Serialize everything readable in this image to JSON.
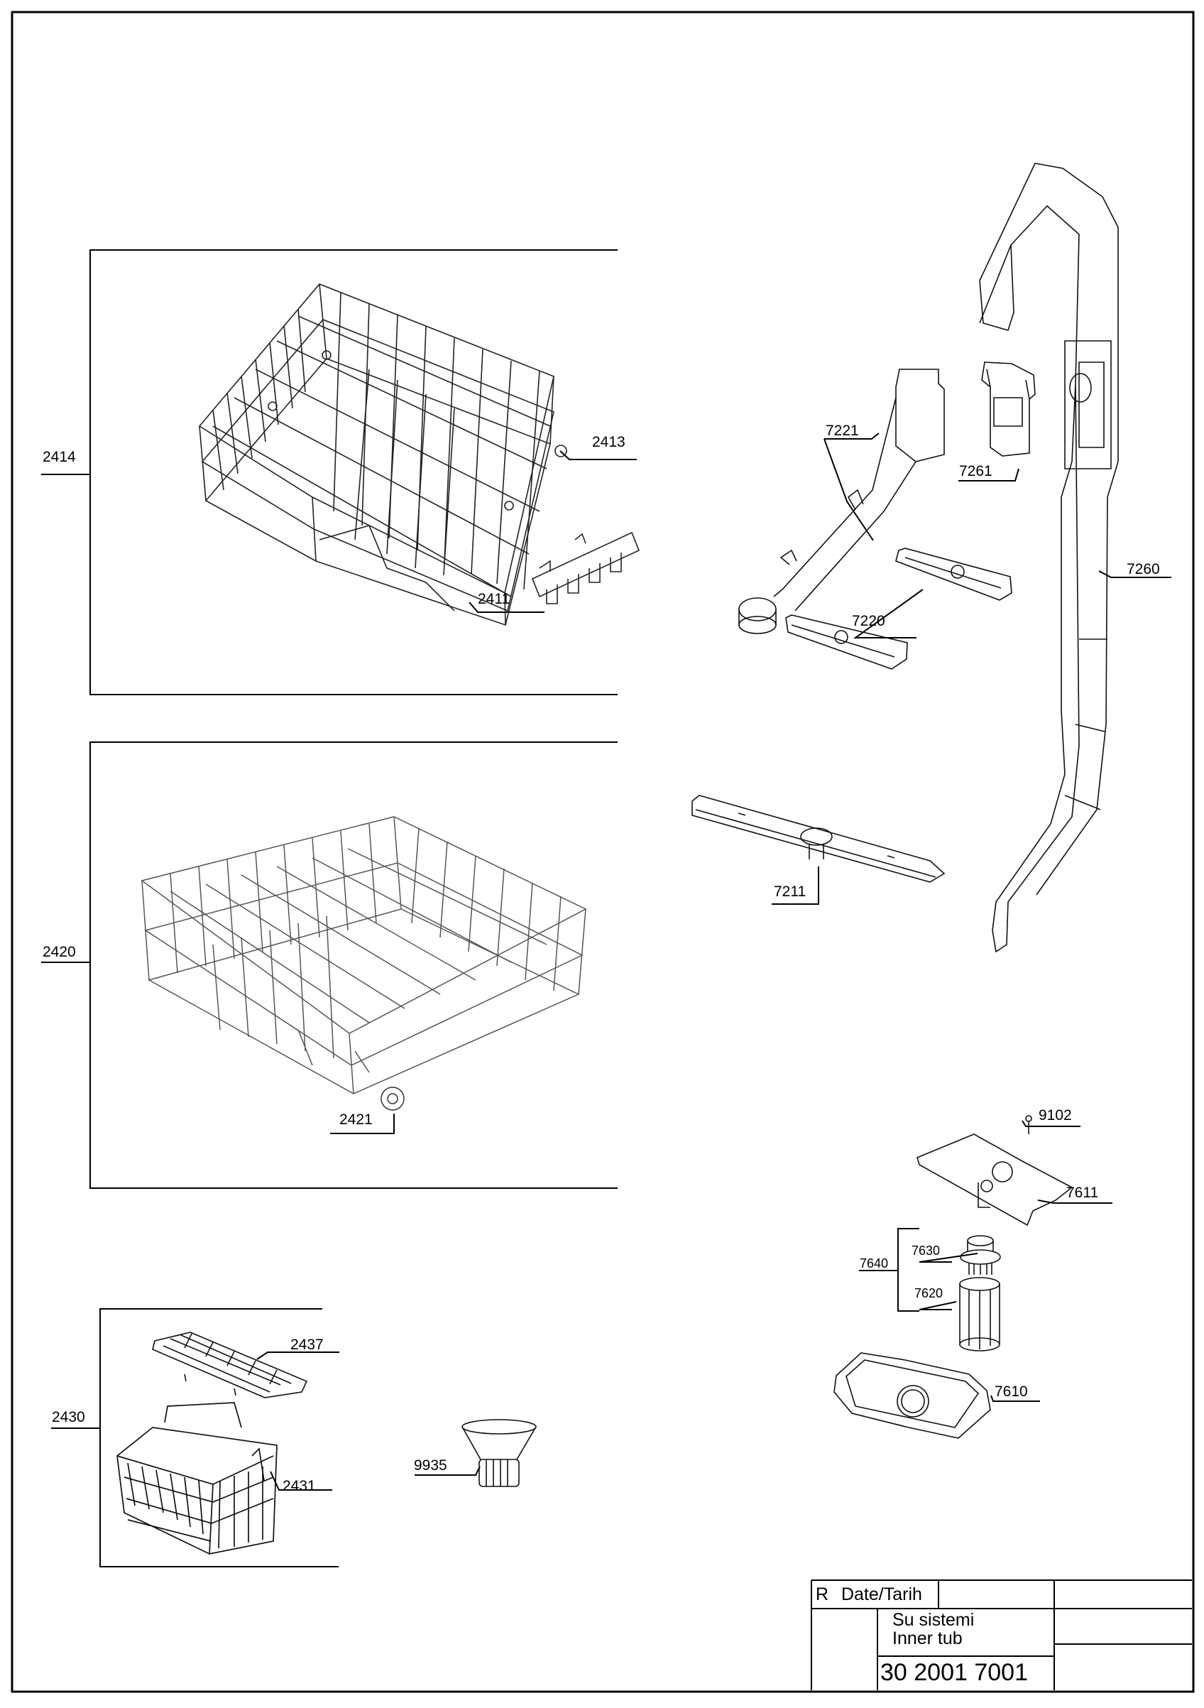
{
  "parts": {
    "p2414": "2414",
    "p2413": "2413",
    "p2411": "2411",
    "p2420": "2420",
    "p2421": "2421",
    "p2430": "2430",
    "p2437": "2437",
    "p2431": "2431",
    "p9935": "9935",
    "p7221": "7221",
    "p7261": "7261",
    "p7260": "7260",
    "p7220": "7220",
    "p7211": "7211",
    "p9102": "9102",
    "p7611": "7611",
    "p7630": "7630",
    "p7640": "7640",
    "p7620": "7620",
    "p7610": "7610"
  },
  "title_block": {
    "rev": "R",
    "date_label": "Date/Tarih",
    "title_line1": "Su sistemi",
    "title_line2": "Inner tub",
    "drawing_number": "30 2001 7001"
  }
}
